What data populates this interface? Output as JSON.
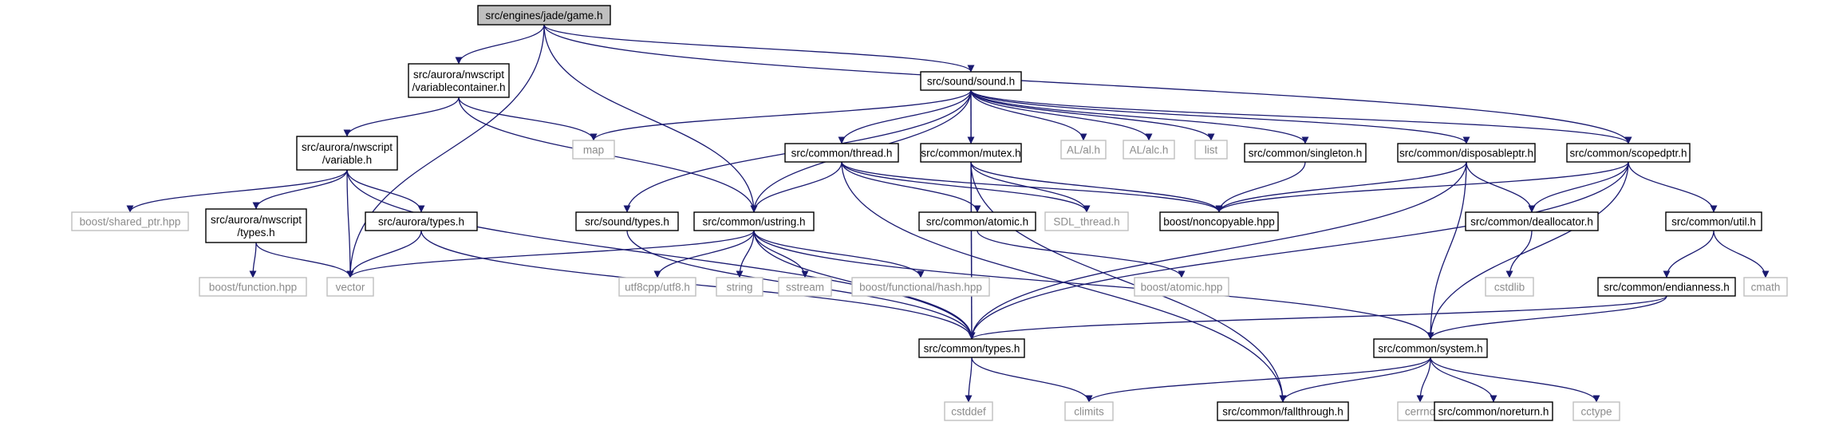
{
  "colors": {
    "edge": "#191970",
    "root_fill": "#bfbfbf",
    "root_stroke": "#000000",
    "local_stroke": "#000000",
    "external_stroke": "#bfbfbf",
    "local_text": "#000000",
    "external_text": "#8c8c8c"
  },
  "nodes": [
    {
      "id": "game_h",
      "kind": "root",
      "lines": [
        "src/engines/jade/game.h"
      ]
    },
    {
      "id": "variablecontainer_h",
      "kind": "local",
      "lines": [
        "src/aurora/nwscript",
        "/variablecontainer.h"
      ]
    },
    {
      "id": "sound_h",
      "kind": "local",
      "lines": [
        "src/sound/sound.h"
      ]
    },
    {
      "id": "variable_h",
      "kind": "local",
      "lines": [
        "src/aurora/nwscript",
        "/variable.h"
      ]
    },
    {
      "id": "map",
      "kind": "external",
      "lines": [
        "map"
      ]
    },
    {
      "id": "thread_h",
      "kind": "local",
      "lines": [
        "src/common/thread.h"
      ]
    },
    {
      "id": "mutex_h",
      "kind": "local",
      "lines": [
        "src/common/mutex.h"
      ]
    },
    {
      "id": "al_h",
      "kind": "external",
      "lines": [
        "AL/al.h"
      ]
    },
    {
      "id": "alc_h",
      "kind": "external",
      "lines": [
        "AL/alc.h"
      ]
    },
    {
      "id": "list",
      "kind": "external",
      "lines": [
        "list"
      ]
    },
    {
      "id": "singleton_h",
      "kind": "local",
      "lines": [
        "src/common/singleton.h"
      ]
    },
    {
      "id": "disposableptr_h",
      "kind": "local",
      "lines": [
        "src/common/disposableptr.h"
      ]
    },
    {
      "id": "scopedptr_h",
      "kind": "local",
      "lines": [
        "src/common/scopedptr.h"
      ]
    },
    {
      "id": "shared_ptr_hpp",
      "kind": "external",
      "lines": [
        "boost/shared_ptr.hpp"
      ]
    },
    {
      "id": "nwscript_types_h",
      "kind": "local",
      "lines": [
        "src/aurora/nwscript",
        "/types.h"
      ]
    },
    {
      "id": "aurora_types_h",
      "kind": "local",
      "lines": [
        "src/aurora/types.h"
      ]
    },
    {
      "id": "sound_types_h",
      "kind": "local",
      "lines": [
        "src/sound/types.h"
      ]
    },
    {
      "id": "ustring_h",
      "kind": "local",
      "lines": [
        "src/common/ustring.h"
      ]
    },
    {
      "id": "atomic_h",
      "kind": "local",
      "lines": [
        "src/common/atomic.h"
      ]
    },
    {
      "id": "sdl_thread_h",
      "kind": "external",
      "lines": [
        "SDL_thread.h"
      ]
    },
    {
      "id": "noncopyable_hpp",
      "kind": "local",
      "lines": [
        "boost/noncopyable.hpp"
      ]
    },
    {
      "id": "deallocator_h",
      "kind": "local",
      "lines": [
        "src/common/deallocator.h"
      ]
    },
    {
      "id": "util_h",
      "kind": "local",
      "lines": [
        "src/common/util.h"
      ]
    },
    {
      "id": "function_hpp",
      "kind": "external",
      "lines": [
        "boost/function.hpp"
      ]
    },
    {
      "id": "vector",
      "kind": "external",
      "lines": [
        "vector"
      ]
    },
    {
      "id": "utf8_h",
      "kind": "external",
      "lines": [
        "utf8cpp/utf8.h"
      ]
    },
    {
      "id": "string",
      "kind": "external",
      "lines": [
        "string"
      ]
    },
    {
      "id": "sstream",
      "kind": "external",
      "lines": [
        "sstream"
      ]
    },
    {
      "id": "hash_hpp",
      "kind": "external",
      "lines": [
        "boost/functional/hash.hpp"
      ]
    },
    {
      "id": "boost_atomic_hpp",
      "kind": "external",
      "lines": [
        "boost/atomic.hpp"
      ]
    },
    {
      "id": "cstdlib",
      "kind": "external",
      "lines": [
        "cstdlib"
      ]
    },
    {
      "id": "cmath",
      "kind": "external",
      "lines": [
        "cmath"
      ]
    },
    {
      "id": "endianness_h",
      "kind": "local",
      "lines": [
        "src/common/endianness.h"
      ]
    },
    {
      "id": "common_types_h",
      "kind": "local",
      "lines": [
        "src/common/types.h"
      ]
    },
    {
      "id": "system_h",
      "kind": "local",
      "lines": [
        "src/common/system.h"
      ]
    },
    {
      "id": "cstddef",
      "kind": "external",
      "lines": [
        "cstddef"
      ]
    },
    {
      "id": "climits",
      "kind": "external",
      "lines": [
        "climits"
      ]
    },
    {
      "id": "fallthrough_h",
      "kind": "local",
      "lines": [
        "src/common/fallthrough.h"
      ]
    },
    {
      "id": "cerrno",
      "kind": "external",
      "lines": [
        "cerrno"
      ]
    },
    {
      "id": "noreturn_h",
      "kind": "local",
      "lines": [
        "src/common/noreturn.h"
      ]
    },
    {
      "id": "cctype",
      "kind": "external",
      "lines": [
        "cctype"
      ]
    }
  ],
  "edges": [
    [
      "game_h",
      "variablecontainer_h"
    ],
    [
      "game_h",
      "sound_h"
    ],
    [
      "game_h",
      "ustring_h"
    ],
    [
      "game_h",
      "scopedptr_h"
    ],
    [
      "game_h",
      "vector"
    ],
    [
      "variablecontainer_h",
      "variable_h"
    ],
    [
      "variablecontainer_h",
      "map"
    ],
    [
      "variablecontainer_h",
      "ustring_h"
    ],
    [
      "variable_h",
      "shared_ptr_hpp"
    ],
    [
      "variable_h",
      "nwscript_types_h"
    ],
    [
      "variable_h",
      "vector"
    ],
    [
      "variable_h",
      "aurora_types_h"
    ],
    [
      "variable_h",
      "common_types_h"
    ],
    [
      "nwscript_types_h",
      "function_hpp"
    ],
    [
      "nwscript_types_h",
      "vector"
    ],
    [
      "aurora_types_h",
      "vector"
    ],
    [
      "aurora_types_h",
      "common_types_h"
    ],
    [
      "sound_h",
      "map"
    ],
    [
      "sound_h",
      "thread_h"
    ],
    [
      "sound_h",
      "mutex_h"
    ],
    [
      "sound_h",
      "al_h"
    ],
    [
      "sound_h",
      "alc_h"
    ],
    [
      "sound_h",
      "list"
    ],
    [
      "sound_h",
      "singleton_h"
    ],
    [
      "sound_h",
      "disposableptr_h"
    ],
    [
      "sound_h",
      "scopedptr_h"
    ],
    [
      "sound_h",
      "sound_types_h"
    ],
    [
      "sound_h",
      "ustring_h"
    ],
    [
      "sound_h",
      "common_types_h"
    ],
    [
      "thread_h",
      "ustring_h"
    ],
    [
      "thread_h",
      "atomic_h"
    ],
    [
      "thread_h",
      "sdl_thread_h"
    ],
    [
      "thread_h",
      "noncopyable_hpp"
    ],
    [
      "thread_h",
      "fallthrough_h"
    ],
    [
      "mutex_h",
      "sdl_thread_h"
    ],
    [
      "mutex_h",
      "noncopyable_hpp"
    ],
    [
      "mutex_h",
      "common_types_h"
    ],
    [
      "mutex_h",
      "fallthrough_h"
    ],
    [
      "singleton_h",
      "noncopyable_hpp"
    ],
    [
      "disposableptr_h",
      "noncopyable_hpp"
    ],
    [
      "disposableptr_h",
      "deallocator_h"
    ],
    [
      "disposableptr_h",
      "common_types_h"
    ],
    [
      "disposableptr_h",
      "system_h"
    ],
    [
      "scopedptr_h",
      "noncopyable_hpp"
    ],
    [
      "scopedptr_h",
      "deallocator_h"
    ],
    [
      "scopedptr_h",
      "util_h"
    ],
    [
      "scopedptr_h",
      "common_types_h"
    ],
    [
      "scopedptr_h",
      "system_h"
    ],
    [
      "sound_types_h",
      "common_types_h"
    ],
    [
      "ustring_h",
      "vector"
    ],
    [
      "ustring_h",
      "utf8_h"
    ],
    [
      "ustring_h",
      "string"
    ],
    [
      "ustring_h",
      "sstream"
    ],
    [
      "ustring_h",
      "hash_hpp"
    ],
    [
      "ustring_h",
      "common_types_h"
    ],
    [
      "ustring_h",
      "system_h"
    ],
    [
      "atomic_h",
      "boost_atomic_hpp"
    ],
    [
      "deallocator_h",
      "cstdlib"
    ],
    [
      "util_h",
      "endianness_h"
    ],
    [
      "util_h",
      "cmath"
    ],
    [
      "endianness_h",
      "common_types_h"
    ],
    [
      "endianness_h",
      "system_h"
    ],
    [
      "common_types_h",
      "cstddef"
    ],
    [
      "common_types_h",
      "climits"
    ],
    [
      "system_h",
      "climits"
    ],
    [
      "system_h",
      "fallthrough_h"
    ],
    [
      "system_h",
      "cerrno"
    ],
    [
      "system_h",
      "noreturn_h"
    ],
    [
      "system_h",
      "cctype"
    ]
  ]
}
